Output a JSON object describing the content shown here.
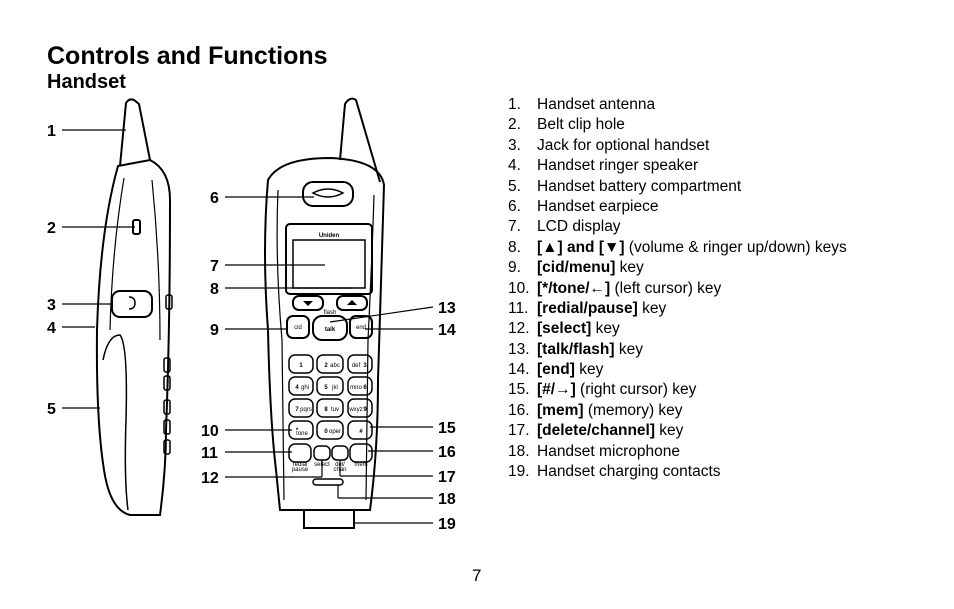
{
  "page": {
    "title": "Controls and Functions",
    "subtitle": "Handset",
    "page_number": "7"
  },
  "figure": {
    "brand": "Uniden",
    "callouts": [
      "1",
      "2",
      "3",
      "4",
      "5",
      "6",
      "7",
      "8",
      "9",
      "10",
      "11",
      "12",
      "13",
      "14",
      "15",
      "16",
      "17",
      "18",
      "19"
    ],
    "keys": {
      "cid": "cid",
      "talk": "talk",
      "end": "end",
      "flash": "flash",
      "k1": "1",
      "k2": "2",
      "k2sub": "abc",
      "k3": "3",
      "k3sub": "def",
      "k4": "4",
      "k4sub": "ghi",
      "k5": "5",
      "k5sub": "jkl",
      "k6": "6",
      "k6sub": "mno",
      "k7": "7",
      "k7sub": "pqrs",
      "k8": "8",
      "k8sub": "tuv",
      "k9": "9",
      "k9sub": "wxyz",
      "k0": "0",
      "k0sub": "oper",
      "star": "*",
      "starsub": "tone",
      "hash": "#",
      "redial": "redial",
      "pause": "pause",
      "select": "select",
      "del": "del/",
      "chan": "chan",
      "mem": "mem"
    }
  },
  "items": [
    {
      "num": "1.",
      "pre": "",
      "key": "",
      "post": "Handset antenna"
    },
    {
      "num": "2.",
      "pre": "",
      "key": "",
      "post": "Belt clip hole"
    },
    {
      "num": "3.",
      "pre": "",
      "key": "",
      "post": "Jack for optional handset"
    },
    {
      "num": "4.",
      "pre": "",
      "key": "",
      "post": "Handset ringer speaker"
    },
    {
      "num": "5.",
      "pre": "",
      "key": "",
      "post": "Handset battery compartment"
    },
    {
      "num": "6.",
      "pre": "",
      "key": "",
      "post": "Handset earpiece"
    },
    {
      "num": "7.",
      "pre": "",
      "key": "",
      "post": "LCD display"
    },
    {
      "num": "8.",
      "pre": "",
      "key": "[▲] and [▼]",
      "post": " (volume & ringer up/down) keys"
    },
    {
      "num": "9.",
      "pre": "",
      "key": "[cid/menu]",
      "post": " key"
    },
    {
      "num": "10.",
      "pre": "",
      "key": "[*/tone/←]",
      "post": " (left cursor) key"
    },
    {
      "num": "11.",
      "pre": "",
      "key": "[redial/pause]",
      "post": " key"
    },
    {
      "num": "12.",
      "pre": "",
      "key": "[select]",
      "post": " key"
    },
    {
      "num": "13.",
      "pre": "",
      "key": "[talk/flash]",
      "post": " key"
    },
    {
      "num": "14.",
      "pre": "",
      "key": "[end]",
      "post": " key"
    },
    {
      "num": "15.",
      "pre": "",
      "key": "[#/→]",
      "post": " (right cursor) key"
    },
    {
      "num": "16.",
      "pre": "",
      "key": "[mem]",
      "post": " (memory) key"
    },
    {
      "num": "17.",
      "pre": "",
      "key": "[delete/channel]",
      "post": " key"
    },
    {
      "num": "18.",
      "pre": "",
      "key": "",
      "post": "Handset microphone"
    },
    {
      "num": "19.",
      "pre": "",
      "key": "",
      "post": "Handset charging contacts"
    }
  ]
}
